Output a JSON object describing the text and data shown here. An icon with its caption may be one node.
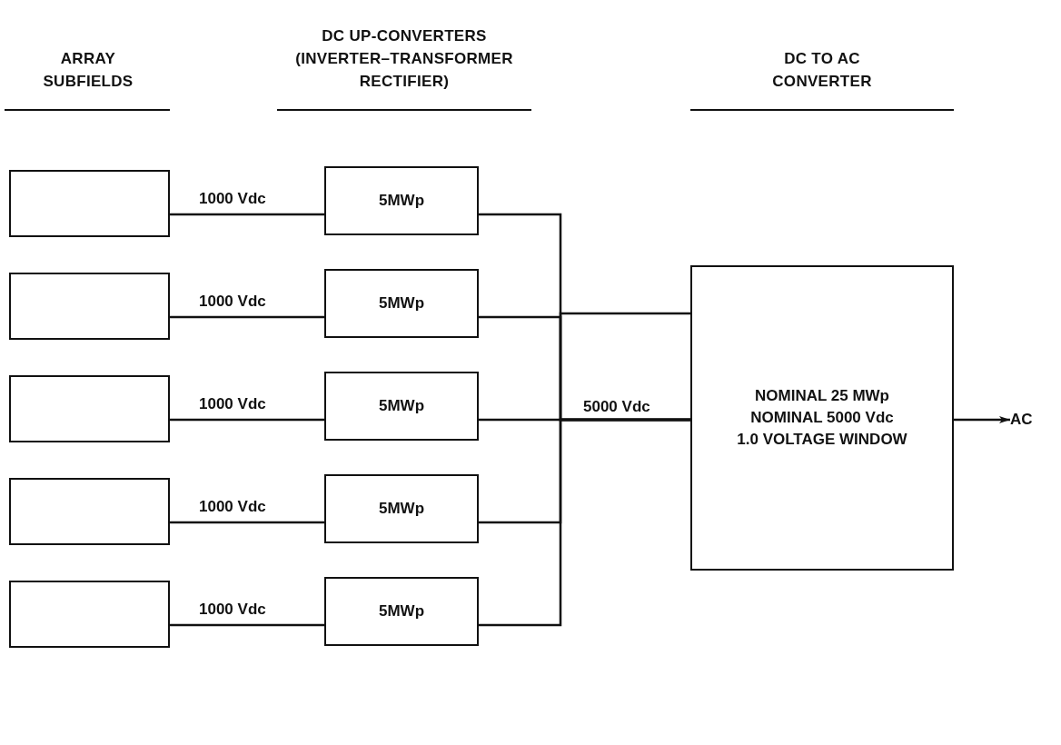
{
  "diagram": {
    "nodes": [
      {
        "text": [],
        "shape": "box"
      },
      {
        "text": [],
        "shape": "box"
      },
      {
        "text": [],
        "shape": "box"
      },
      {
        "text": [],
        "shape": "box"
      },
      {
        "text": [],
        "shape": "box"
      },
      {
        "text": [
          "5MWp"
        ]
      },
      {
        "text": [
          "5MWp"
        ]
      },
      {
        "text": [
          "5MWp"
        ]
      },
      {
        "text": [
          "5MWp"
        ]
      },
      {
        "text": [
          "5MWp"
        ]
      },
      {
        "text": [
          "NOMINAL 25 MWp",
          "NOMINAL 5000 Vdc",
          "1.0 VOLTAGE WINDOW"
        ]
      },
      {
        "text": [
          "AC"
        ]
      }
    ],
    "edges": [
      {
        "from": 0,
        "to": 5,
        "arrow": "none",
        "label": "1000 Vdc"
      },
      {
        "from": 1,
        "to": 6,
        "arrow": "none",
        "label": "1000 Vdc"
      },
      {
        "from": 2,
        "to": 7,
        "arrow": "none",
        "label": "1000 Vdc"
      },
      {
        "from": 3,
        "to": 8,
        "arrow": "none",
        "label": "1000 Vdc"
      },
      {
        "from": 4,
        "to": 9,
        "arrow": "none",
        "label": "1000 Vdc"
      },
      {
        "from": 5,
        "to": 10,
        "arrow": "none"
      },
      {
        "from": 6,
        "to": 10,
        "arrow": "none"
      },
      {
        "from": 7,
        "to": 10,
        "arrow": "none",
        "label": "5000 Vdc"
      },
      {
        "from": 8,
        "to": 10,
        "arrow": "none"
      },
      {
        "from": 9,
        "to": 10,
        "arrow": "none"
      },
      {
        "from": 10,
        "to": 11,
        "arrow": "to"
      }
    ],
    "labels": [
      "ARRAY SUBFIELDS",
      "DC UP-CONVERTERS (INVERTER–TRANSFORMER RECTIFIER)",
      "DC TO AC CONVERTER"
    ]
  }
}
